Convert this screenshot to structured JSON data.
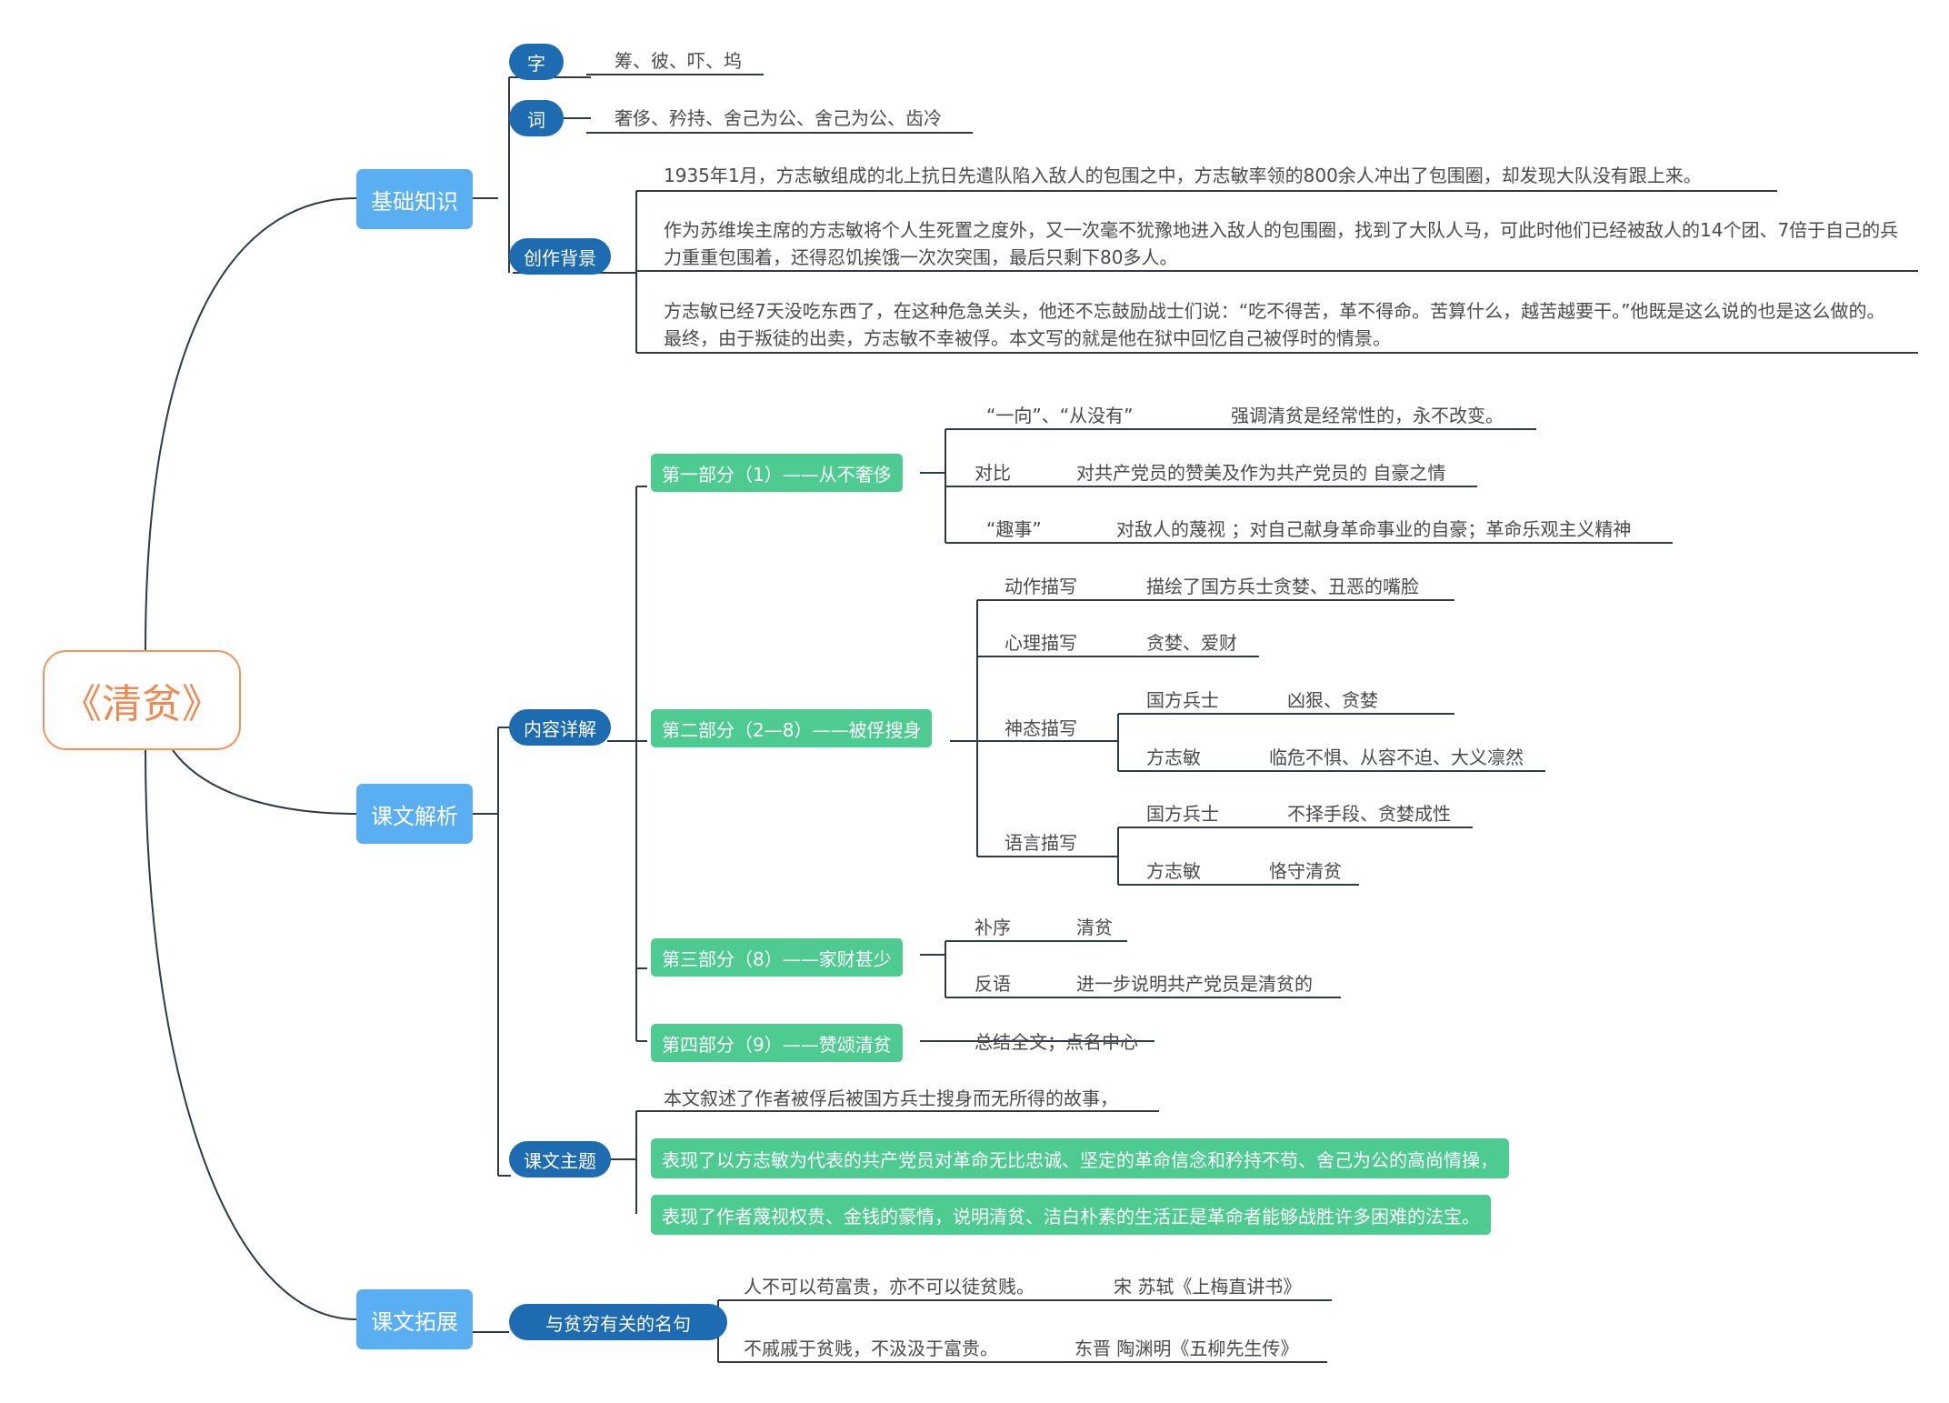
{
  "root": {
    "title": "《清贫》"
  },
  "branches": {
    "basics": {
      "label": "基础知识",
      "zi": {
        "tag": "字",
        "content": "筹、彼、吓、坞"
      },
      "ci": {
        "tag": "词",
        "content": "奢侈、矜持、舍己为公、舍己为公、齿冷"
      },
      "background": {
        "tag": "创作背景",
        "paragraphs": [
          "1935年1月，方志敏组成的北上抗日先遣队陷入敌人的包围之中，方志敏率领的800余人冲出了包围圈，却发现大队没有跟上来。",
          "作为苏维埃主席的方志敏将个人生死置之度外，又一次毫不犹豫地进入敌人的包围圈，找到了大队人马，可此时他们已经被敌人的14个团、7倍于自己的兵力重重包围着，还得忍饥挨饿一次次突围，最后只剩下80多人。",
          "方志敏已经7天没吃东西了，在这种危急关头，他还不忘鼓励战士们说：“吃不得苦，革不得命。苦算什么，越苦越要干。”他既是这么说的也是这么做的。最终，由于叛徒的出卖，方志敏不幸被俘。本文写的就是他在狱中回忆自己被俘时的情景。"
        ]
      }
    },
    "analysis": {
      "label": "课文解析",
      "content_detail": {
        "tag": "内容详解",
        "part1": {
          "label": "第一部分（1）——从不奢侈",
          "items": [
            {
              "key": "“一向”、“从没有”",
              "value": "强调清贫是经常性的，永不改变。"
            },
            {
              "key": "对比",
              "value": "对共产党员的赞美及作为共产党员的 自豪之情"
            },
            {
              "key": "“趣事”",
              "value": "对敌人的蔑视 ；对自己献身革命事业的自豪；革命乐观主义精神"
            }
          ]
        },
        "part2": {
          "label": "第二部分（2—8）——被俘搜身",
          "action": {
            "key": "动作描写",
            "value": "描绘了国方兵士贪婪、丑恶的嘴脸"
          },
          "mental": {
            "key": "心理描写",
            "value": "贪婪、爱财"
          },
          "expression": {
            "key": "神态描写",
            "a_key": "国方兵士",
            "a_val": "凶狠、贪婪",
            "b_key": "方志敏",
            "b_val": "临危不惧、从容不迫、大义凛然"
          },
          "language": {
            "key": "语言描写",
            "a_key": "国方兵士",
            "a_val": "不择手段、贪婪成性",
            "b_key": "方志敏",
            "b_val": "恪守清贫"
          }
        },
        "part3": {
          "label": "第三部分（8）——家财甚少",
          "a_key": "补序",
          "a_val": "清贫",
          "b_key": "反语",
          "b_val": "进一步说明共产党员是清贫的"
        },
        "part4": {
          "label": "第四部分（9）——赞颂清贫",
          "value": "总结全文；点名中心"
        }
      },
      "theme": {
        "tag": "课文主题",
        "lines": [
          "本文叙述了作者被俘后被国方兵士搜身而无所得的故事，",
          "表现了以方志敏为代表的共产党员对革命无比忠诚、坚定的革命信念和矜持不苟、舍己为公的高尚情操，",
          "表现了作者蔑视权贵、金钱的豪情，说明清贫、洁白朴素的生活正是革命者能够战胜许多困难的法宝。"
        ]
      }
    },
    "extension": {
      "label": "课文拓展",
      "quotes": {
        "tag": "与贫穷有关的名句",
        "items": [
          {
            "text": "人不可以苟富贵，亦不可以徒贫贱。",
            "source": "宋 苏轼《上梅直讲书》"
          },
          {
            "text": "不戚戚于贫贱，不汲汲于富贵。",
            "source": "东晋 陶渊明《五柳先生传》"
          }
        ]
      }
    }
  },
  "colors": {
    "root_border": "#f0955b",
    "root_text": "#ed8a53",
    "level1": "#5aaff2",
    "pill": "#1d6bb0",
    "green": "#4dcb91",
    "line": "#2f3a45",
    "text": "#4a4a4a"
  }
}
